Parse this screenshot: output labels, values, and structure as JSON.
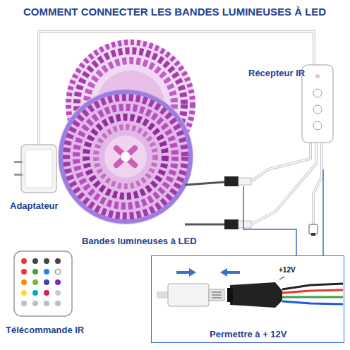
{
  "diagram": {
    "title": "COMMENT CONNECTER LES BANDES LUMINEUSES À LED",
    "nodes": [
      {
        "text": [
          "+12V",
          "Permettre à + 12V"
        ]
      }
    ],
    "labels": [
      "Récepteur IR",
      "Adaptateur",
      "Bandes lumineuses à LED",
      "Télécommande IR"
    ]
  }
}
